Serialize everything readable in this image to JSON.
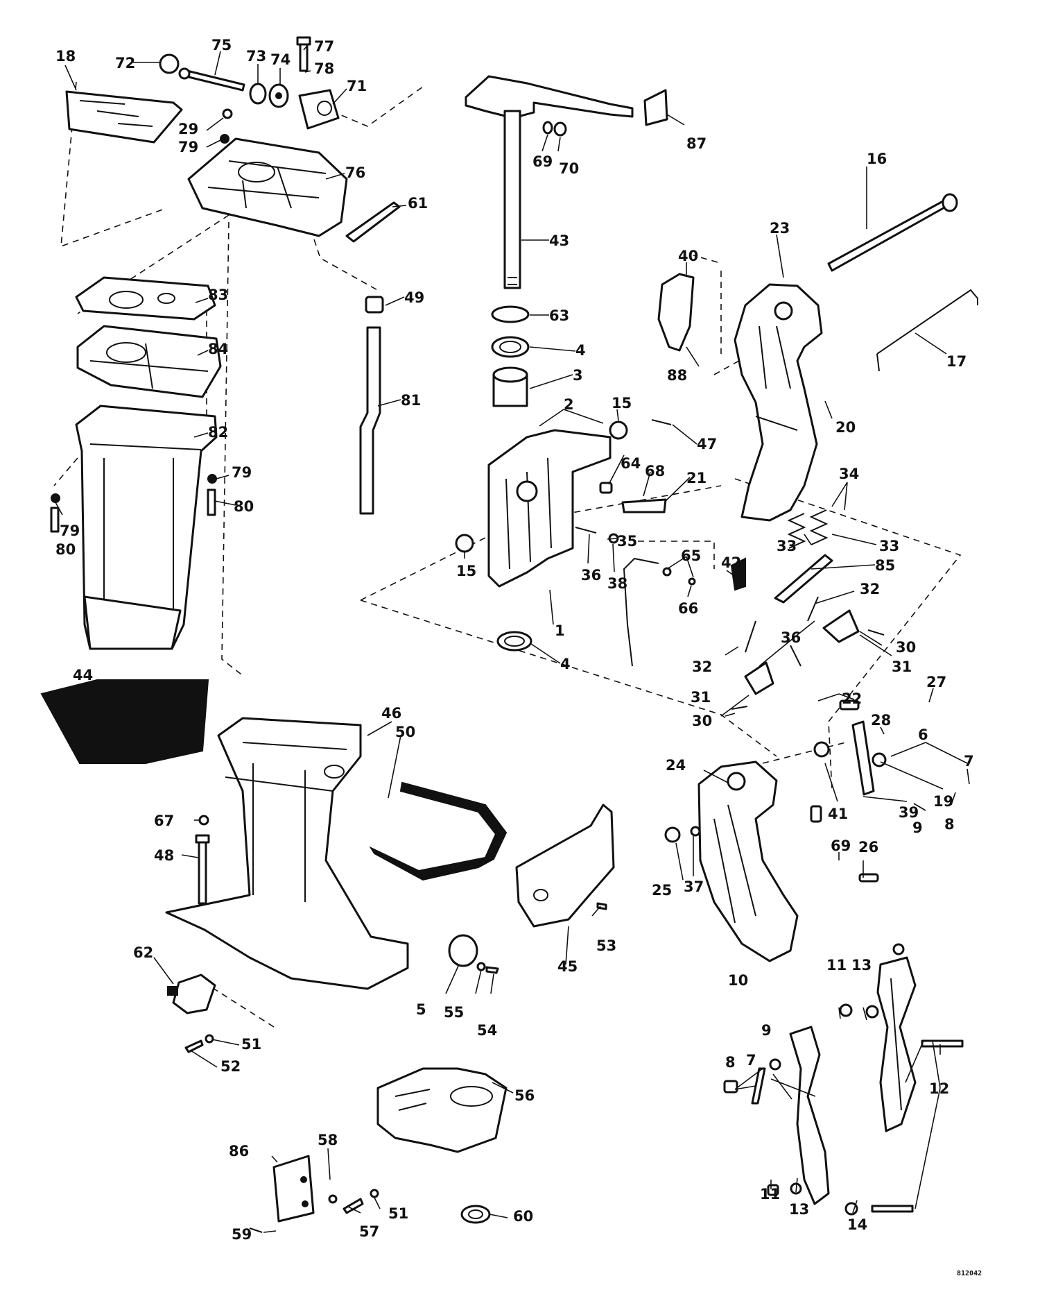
{
  "diagram_code": "812042",
  "callouts": [
    "1",
    "2",
    "3",
    "4",
    "4",
    "5",
    "6",
    "7",
    "7",
    "8",
    "8",
    "9",
    "9",
    "10",
    "11",
    "11",
    "12",
    "13",
    "13",
    "14",
    "15",
    "15",
    "16",
    "17",
    "18",
    "19",
    "20",
    "21",
    "22",
    "23",
    "24",
    "25",
    "26",
    "27",
    "28",
    "29",
    "30",
    "30",
    "31",
    "31",
    "32",
    "32",
    "33",
    "33",
    "34",
    "35",
    "36",
    "36",
    "37",
    "38",
    "39",
    "40",
    "41",
    "42",
    "43",
    "44",
    "45",
    "46",
    "47",
    "48",
    "49",
    "50",
    "51",
    "51",
    "52",
    "53",
    "54",
    "55",
    "56",
    "57",
    "58",
    "59",
    "60",
    "61",
    "62",
    "63",
    "64",
    "65",
    "66",
    "67",
    "68",
    "69",
    "69",
    "70",
    "71",
    "72",
    "73",
    "74",
    "75",
    "76",
    "77",
    "78",
    "79",
    "79",
    "79",
    "80",
    "80",
    "81",
    "82",
    "83",
    "84",
    "85",
    "86",
    "87",
    "88"
  ]
}
